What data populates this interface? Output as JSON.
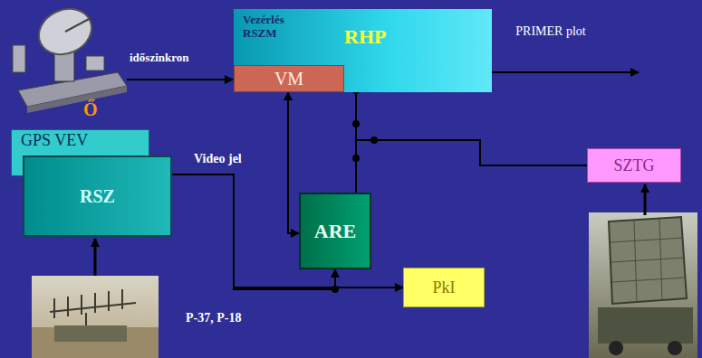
{
  "diagram": {
    "nodes": [
      {
        "text": [
          "Vezérlés RSZM",
          "RHP"
        ]
      },
      {
        "text": [
          "VM"
        ],
        "in": 0
      },
      {
        "text": [
          "SZTG"
        ]
      },
      {
        "text": [
          "GPS VEV"
        ]
      },
      {
        "text": [
          "RSZ"
        ]
      },
      {
        "text": [
          "ARE"
        ]
      },
      {
        "text": [
          "PkI"
        ]
      }
    ],
    "edges": [
      {
        "from": 1,
        "to": 5,
        "arrow": "both"
      },
      {
        "from": 5,
        "to": 0,
        "arrow": "none"
      },
      {
        "from": 2,
        "to": 0,
        "arrow": "none"
      },
      {
        "from": 4,
        "to": 5,
        "arrow": "to"
      },
      {
        "from": 4,
        "to": 6,
        "arrow": "to"
      }
    ],
    "labels": [
      "időszinkron",
      "Ő",
      "PRIMER plot",
      "Video jel",
      "P-37, P-18"
    ]
  }
}
